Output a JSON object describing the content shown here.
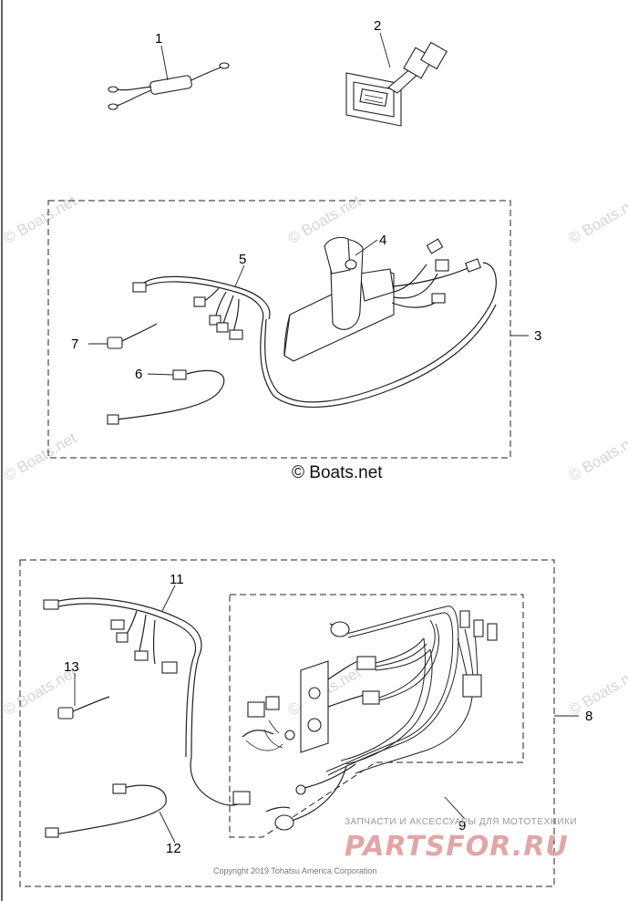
{
  "callouts": [
    "1",
    "2",
    "3",
    "4",
    "5",
    "6",
    "7",
    "8",
    "9",
    "11",
    "12",
    "13"
  ],
  "watermark": "© Boats.net",
  "watermark_main": "© Boats.net",
  "copyright": "Copyright 2019 Tohatsu America Corporation",
  "site_tagline": "ЗАПЧАСТИ И АКСЕССУАРЫ ДЛЯ МОТОТЕХНИКИ",
  "site_logo": "PARTSFOR.RU"
}
